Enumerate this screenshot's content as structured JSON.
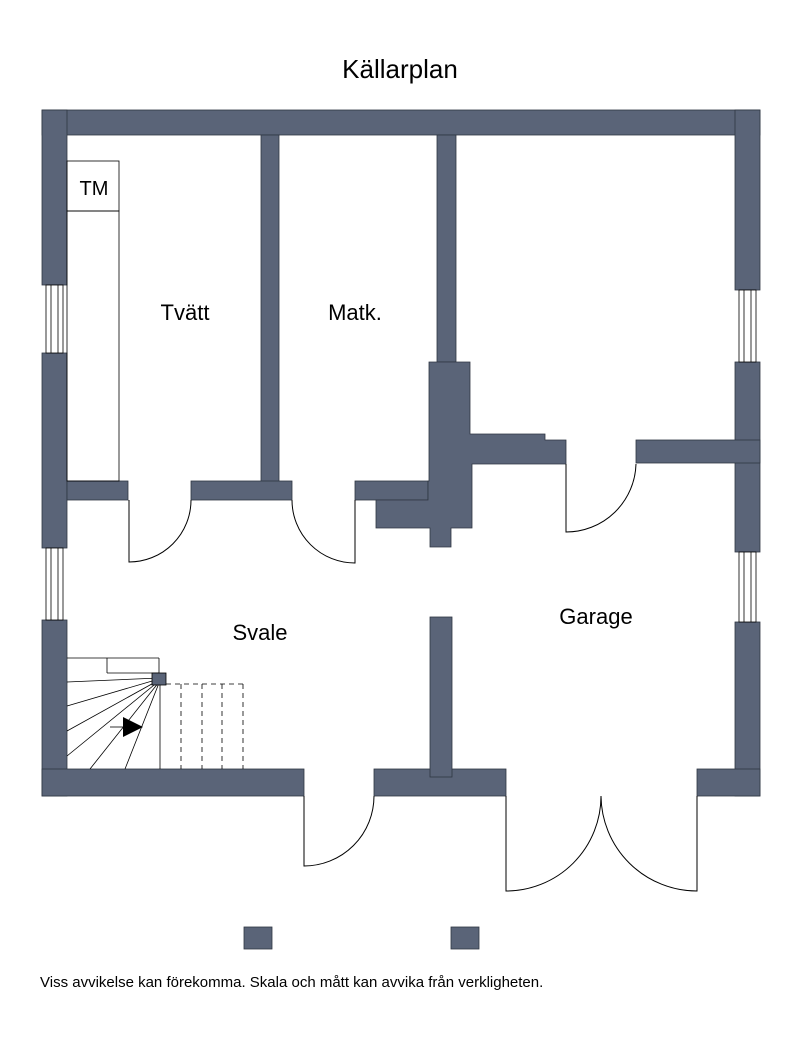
{
  "title": "Källarplan",
  "rooms": {
    "tm": "TM",
    "tvatt": "Tvätt",
    "matk": "Matk.",
    "svale": "Svale",
    "garage": "Garage"
  },
  "disclaimer": "Viss avvikelse kan förekomma. Skala och mått kan avvika från verkligheten.",
  "colors": {
    "wall": "#5a6478",
    "line": "#000000",
    "background": "#ffffff"
  }
}
